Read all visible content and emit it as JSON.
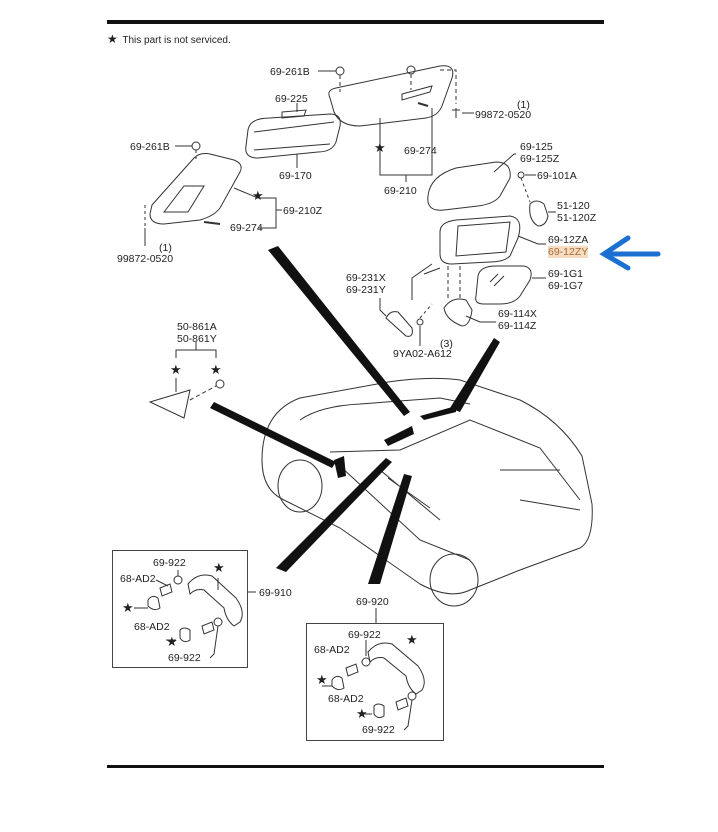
{
  "note": {
    "star": "★",
    "text": "This part is not serviced."
  },
  "labels": {
    "p69_261B_top": "69-261B",
    "p69_225": "69-225",
    "p99872_top_qty": "(1)",
    "p99872_top": "99872-0520",
    "p69_261B_left": "69-261B",
    "p69_274_right": "69-274",
    "p69_170": "69-170",
    "p69_210": "69-210",
    "p69_210Z": "69-210Z",
    "p69_274_left": "69-274",
    "p99872_left_qty": "(1)",
    "p99872_left": "99872-0520",
    "p69_125": "69-125",
    "p69_125Z": "69-125Z",
    "p69_101A": "69-101A",
    "p51_120": "51-120",
    "p51_120Z": "51-120Z",
    "p69_12ZA": "69-12ZA",
    "p69_12ZY": "69-12ZY",
    "p69_1G1": "69-1G1",
    "p69_1G7": "69-1G7",
    "p69_231X": "69-231X",
    "p69_231Y": "69-231Y",
    "p69_114X": "69-114X",
    "p69_114Z": "69-114Z",
    "p9YA02_qty": "(3)",
    "p9YA02": "9YA02-A612",
    "p50_861A": "50-861A",
    "p50_861Y": "50-861Y",
    "p69_910": "69-910",
    "p69_920": "69-920",
    "box1_922_top": "69-922",
    "box1_AD2_top": "68-AD2",
    "box1_AD2_bot": "68-AD2",
    "box1_922_bot": "69-922",
    "box2_922_top": "69-922",
    "box2_AD2_top": "68-AD2",
    "box2_AD2_bot": "68-AD2",
    "box2_922_bot": "69-922"
  },
  "highlight": {
    "part": "69-12ZY",
    "arrow_color": "#1a6fd1",
    "highlight_color": "#f6dcc0"
  },
  "stars": "★"
}
